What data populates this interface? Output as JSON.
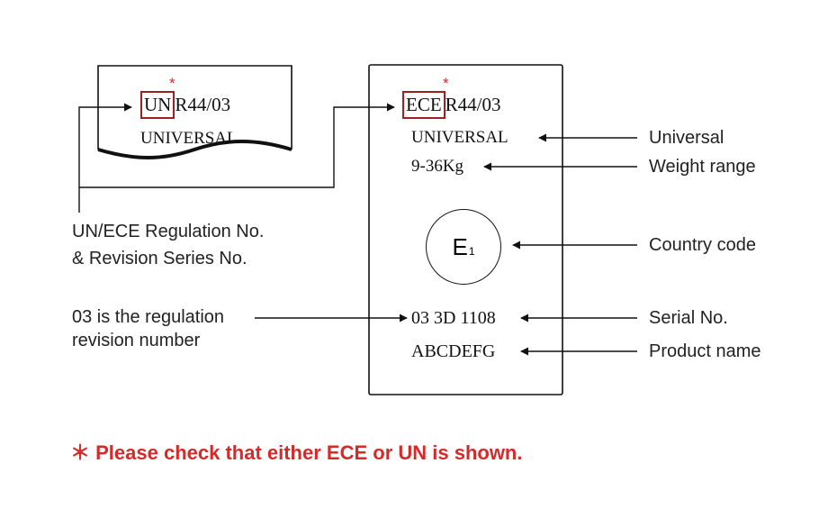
{
  "small_label": {
    "asterisk": "*",
    "prefix": "UN",
    "regulation": "R44/03",
    "class_text": "UNIVERSAL"
  },
  "main_label": {
    "asterisk": "*",
    "prefix": "ECE",
    "regulation": "R44/03",
    "class_text": "UNIVERSAL",
    "weight": "9-36Kg",
    "emark_letter": "E",
    "emark_number": "1",
    "serial": "03 3D 1108",
    "product": "ABCDEFG"
  },
  "callouts": {
    "regulation_line1": "UN/ECE Regulation No.",
    "regulation_line2": "& Revision Series No.",
    "revision_line1": "03 is the regulation",
    "revision_line2": "revision number",
    "universal": "Universal",
    "weight_range": "Weight range",
    "country_code": "Country code",
    "serial_no": "Serial No.",
    "product_name": "Product name"
  },
  "note": "＊ Please check that either ECE or UN is shown.",
  "colors": {
    "accent_red": "#d42a2a",
    "box_red": "#a11f24",
    "line": "#111111"
  }
}
